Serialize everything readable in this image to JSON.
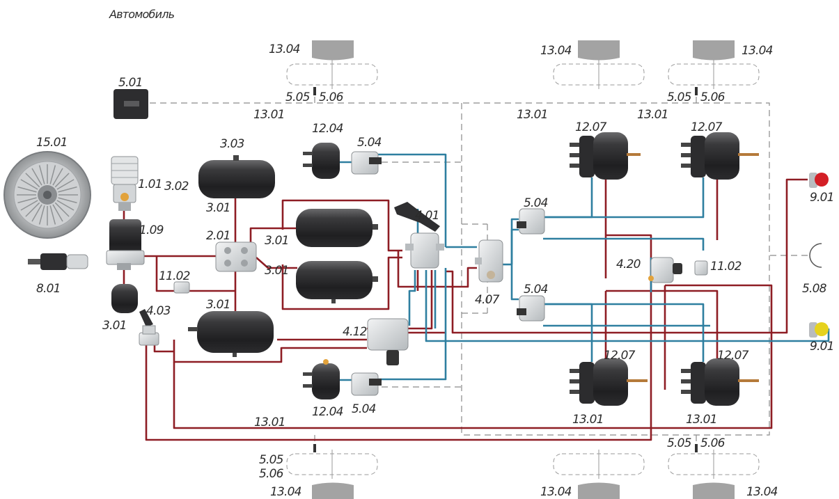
{
  "title": "Автомобиль",
  "colors": {
    "supply_line": "#8e1d24",
    "control_line": "#2e7fa0",
    "electric_line": "#7a7a7a",
    "component": "#2f2f31",
    "valve_body": "#d9dcde",
    "pad": "#a3a3a3",
    "lamp_red": "#d31f26",
    "lamp_yellow": "#e6d21e"
  },
  "labels": {
    "ecu": "5.01",
    "clutch": "15.01",
    "compressor": "1.01",
    "dryer": "1.09",
    "booster": "8.01",
    "small_tank": "3.01",
    "hand_valve": "4.03",
    "tank_top_code": "3.03",
    "tank_top_side": "3.02",
    "tank_top_under": "3.01",
    "protection_valve": "2.01",
    "tank_mid_a": "3.01",
    "tank_mid_b": "3.01",
    "tank_low": "3.01",
    "relief_left": "11.02",
    "brake_valve": "4.01",
    "relay_valve": "4.07",
    "trailer_valve": "4.12",
    "trailer_control": "4.20",
    "relief_right": "11.02",
    "coupling_red": "9.01",
    "coupling_yellow": "9.01",
    "socket": "5.08",
    "chamber_front_top": "12.04",
    "chamber_front_bottom": "12.04",
    "modulator_front_top": "5.04",
    "modulator_front_bottom": "5.04",
    "modulator_rear_top": "5.04",
    "modulator_rear_bottom": "5.04",
    "spring_chamber_1": "12.07",
    "spring_chamber_2": "12.07",
    "spring_chamber_3": "12.07",
    "spring_chamber_4": "12.07",
    "cable_center_top": "13.01",
    "cable_rear_top_left": "13.01",
    "cable_rear_top_right": "13.01",
    "cable_bottom": "13.01",
    "cable_rear_bottom_left": "13.01",
    "cable_rear_bottom_right": "13.01",
    "pad_front_top": "13.04",
    "pad_rear_top_left": "13.04",
    "pad_rear_top_right": "13.04",
    "pad_front_bottom": "13.04",
    "pad_rear_bottom_left": "13.04",
    "pad_rear_bottom_right": "13.04",
    "sensor_a_top_front": "5.05",
    "sensor_b_top_front": "5.06",
    "sensor_a_top_rear": "5.05",
    "sensor_b_top_rear": "5.06",
    "sensor_a_bottom_front": "5.05",
    "sensor_b_bottom_front": "5.06",
    "sensor_a_bottom_rear": "5.05",
    "sensor_b_bottom_rear": "5.06"
  }
}
